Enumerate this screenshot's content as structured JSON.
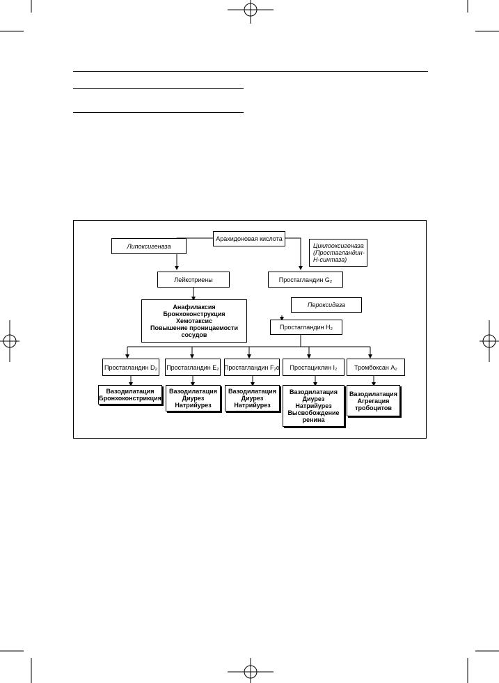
{
  "diagram": {
    "arachidonic_acid": "Арахидоновая кислота",
    "lipoxygenase": "Липоксигеназа",
    "cyclooxygenase": [
      "Циклооксигеназа",
      "(Простагландин-",
      "Н-синтаза)"
    ],
    "leukotrienes": "Лейкотриены",
    "prostaglandin_g2": "Простагландин G₂",
    "leukotriene_effects": [
      "Анафилаксия",
      "Бронхоконструкция",
      "Хемотаксис",
      "Повышение проницаемости",
      "сосудов"
    ],
    "peroxidase": "Пероксидаза",
    "prostaglandin_h2": "Простагландин Н₂",
    "products": [
      {
        "name": "Простагландин D₂",
        "effects": [
          "Вазодилатация",
          "Бронхоконстрикция"
        ]
      },
      {
        "name": "Простагландин E₂",
        "effects": [
          "Вазодилатация",
          "Диурез",
          "Натрийурез"
        ]
      },
      {
        "name": "Простагландин F₂α",
        "effects": [
          "Вазодилатация",
          "Диурез",
          "Натрийурез"
        ]
      },
      {
        "name": "Простациклин I₂",
        "effects": [
          "Вазодилатация",
          "Диурез",
          "Натрийурез",
          "Высвобождение",
          "ренина"
        ]
      },
      {
        "name": "Тромбоксан A₂",
        "effects": [
          "Вазодилатация",
          "Агрегация",
          "тробоцитов"
        ]
      }
    ]
  }
}
